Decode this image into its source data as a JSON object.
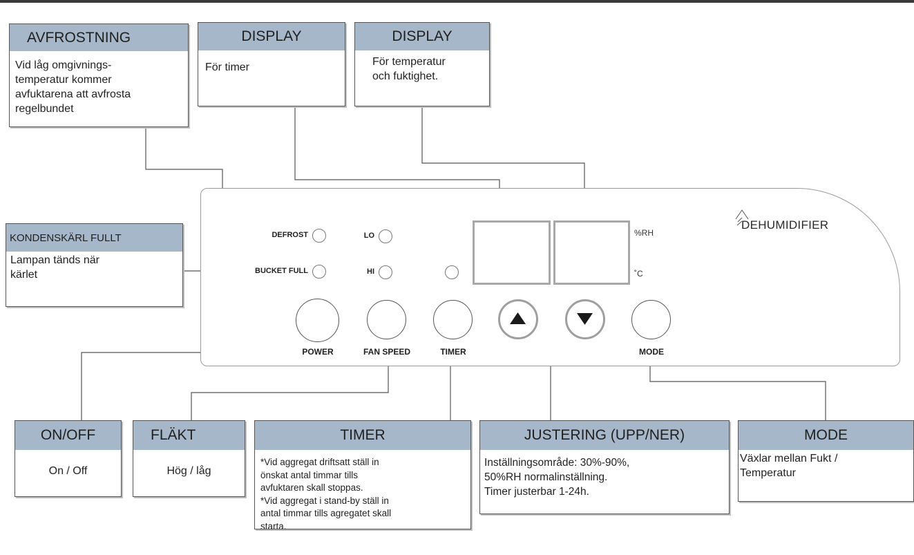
{
  "callouts": {
    "defrost": {
      "title": "AVFROSTNING",
      "text": "Vid låg omgivnings-\ntemperatur kommer\navfuktarena att avfrosta\nregelbundet"
    },
    "display_timer": {
      "title": "DISPLAY",
      "text": "För timer"
    },
    "display_temp": {
      "title": "DISPLAY",
      "text": "För temperatur\noch fuktighet."
    },
    "bucket": {
      "title": "KONDENSKÄRL FULLT",
      "text": "Lampan tänds när\nkärlet"
    },
    "onoff": {
      "title": "ON/OFF",
      "text": "On / Off"
    },
    "fan": {
      "title": "FLÄKT",
      "text": "Hög / låg"
    },
    "timer": {
      "title": "TIMER",
      "text": "*Vid aggregat driftsatt ställ in\nönskat antal timmar tills\navfuktaren skall stoppas.\n*Vid aggregat i stand-by ställ in\nantal timmar tills agregatet skall\nstarta."
    },
    "adjust": {
      "title": "JUSTERING (UPP/NER)",
      "text": "Inställningsområde: 30%-90%,\n50%RH normalinställning.\nTimer justerbar 1-24h."
    },
    "mode": {
      "title": "MODE",
      "text": "Växlar mellan Fukt /\nTemperatur"
    }
  },
  "panel": {
    "brand": "DEHUMIDIFIER",
    "indicators": {
      "defrost": "DEFROST",
      "bucket_full": "BUCKET FULL",
      "lo": "LO",
      "hi": "HI"
    },
    "units": {
      "humidity": "%RH",
      "temperature": "˚C"
    },
    "buttons": {
      "power": "POWER",
      "fan_speed": "FAN SPEED",
      "timer": "TIMER",
      "mode": "MODE"
    }
  },
  "icons": {
    "brand": "tree-outline-icon",
    "up": "triangle-up-icon",
    "down": "triangle-down-icon"
  },
  "colors": {
    "header_fill": "#a6b7c9",
    "border": "#555555",
    "screen_border": "#a8a8a8"
  }
}
